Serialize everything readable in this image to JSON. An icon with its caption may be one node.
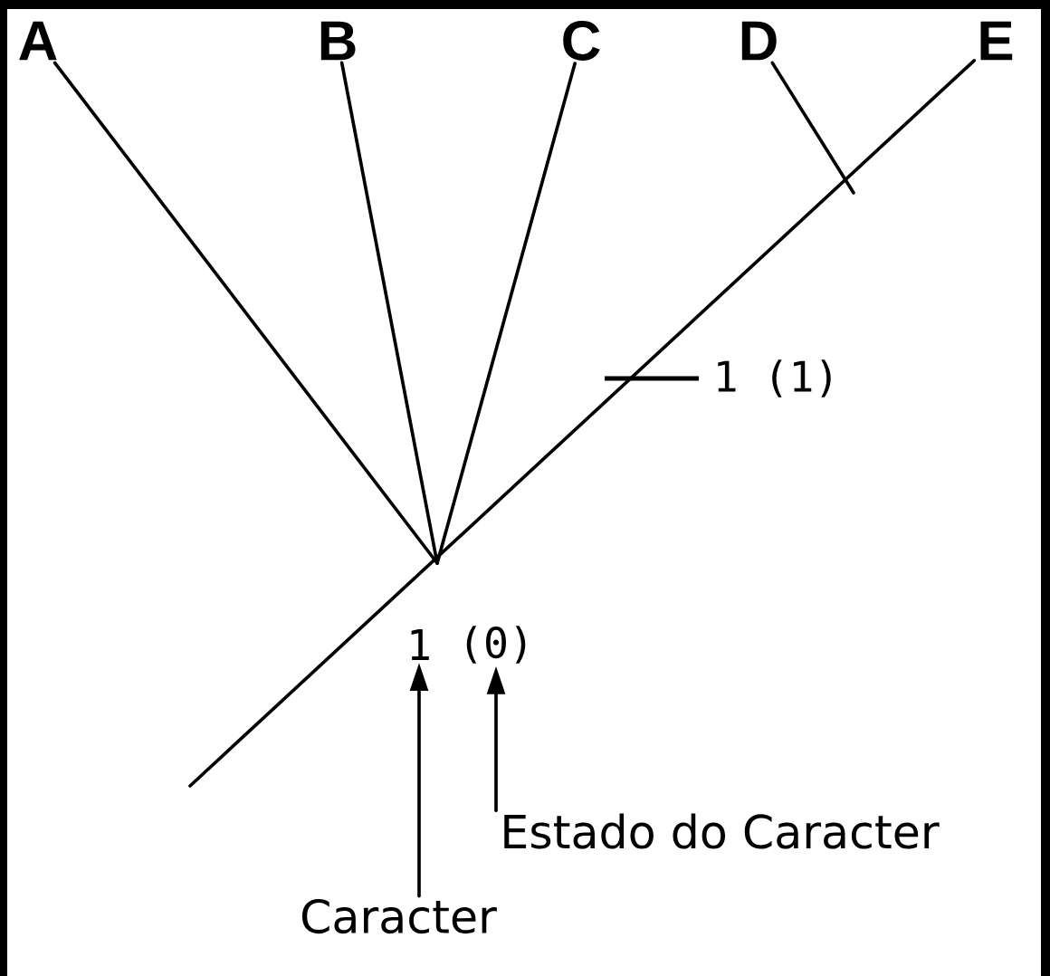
{
  "diagram": {
    "nodes": [
      {
        "text": [
          "A"
        ]
      },
      {
        "text": [
          "B"
        ]
      },
      {
        "text": [
          "C"
        ]
      },
      {
        "text": [
          "D"
        ]
      },
      {
        "text": [
          "E"
        ]
      },
      {
        "text": [
          "1"
        ]
      },
      {
        "text": [
          "(0)"
        ]
      },
      {
        "text": [
          "Estado do Caracter"
        ]
      },
      {
        "text": [
          "Caracter"
        ]
      }
    ],
    "edges": [
      {
        "from": null,
        "to": 0,
        "arrow": "none"
      },
      {
        "from": null,
        "to": 1,
        "arrow": "none"
      },
      {
        "from": null,
        "to": 2,
        "arrow": "none"
      },
      {
        "from": null,
        "to": 3,
        "arrow": "none"
      },
      {
        "from": null,
        "to": 4,
        "arrow": "none"
      },
      {
        "from": 7,
        "to": 6,
        "arrow": "to"
      },
      {
        "from": 8,
        "to": 5,
        "arrow": "to"
      }
    ],
    "labels": [
      "1 (1)"
    ]
  }
}
